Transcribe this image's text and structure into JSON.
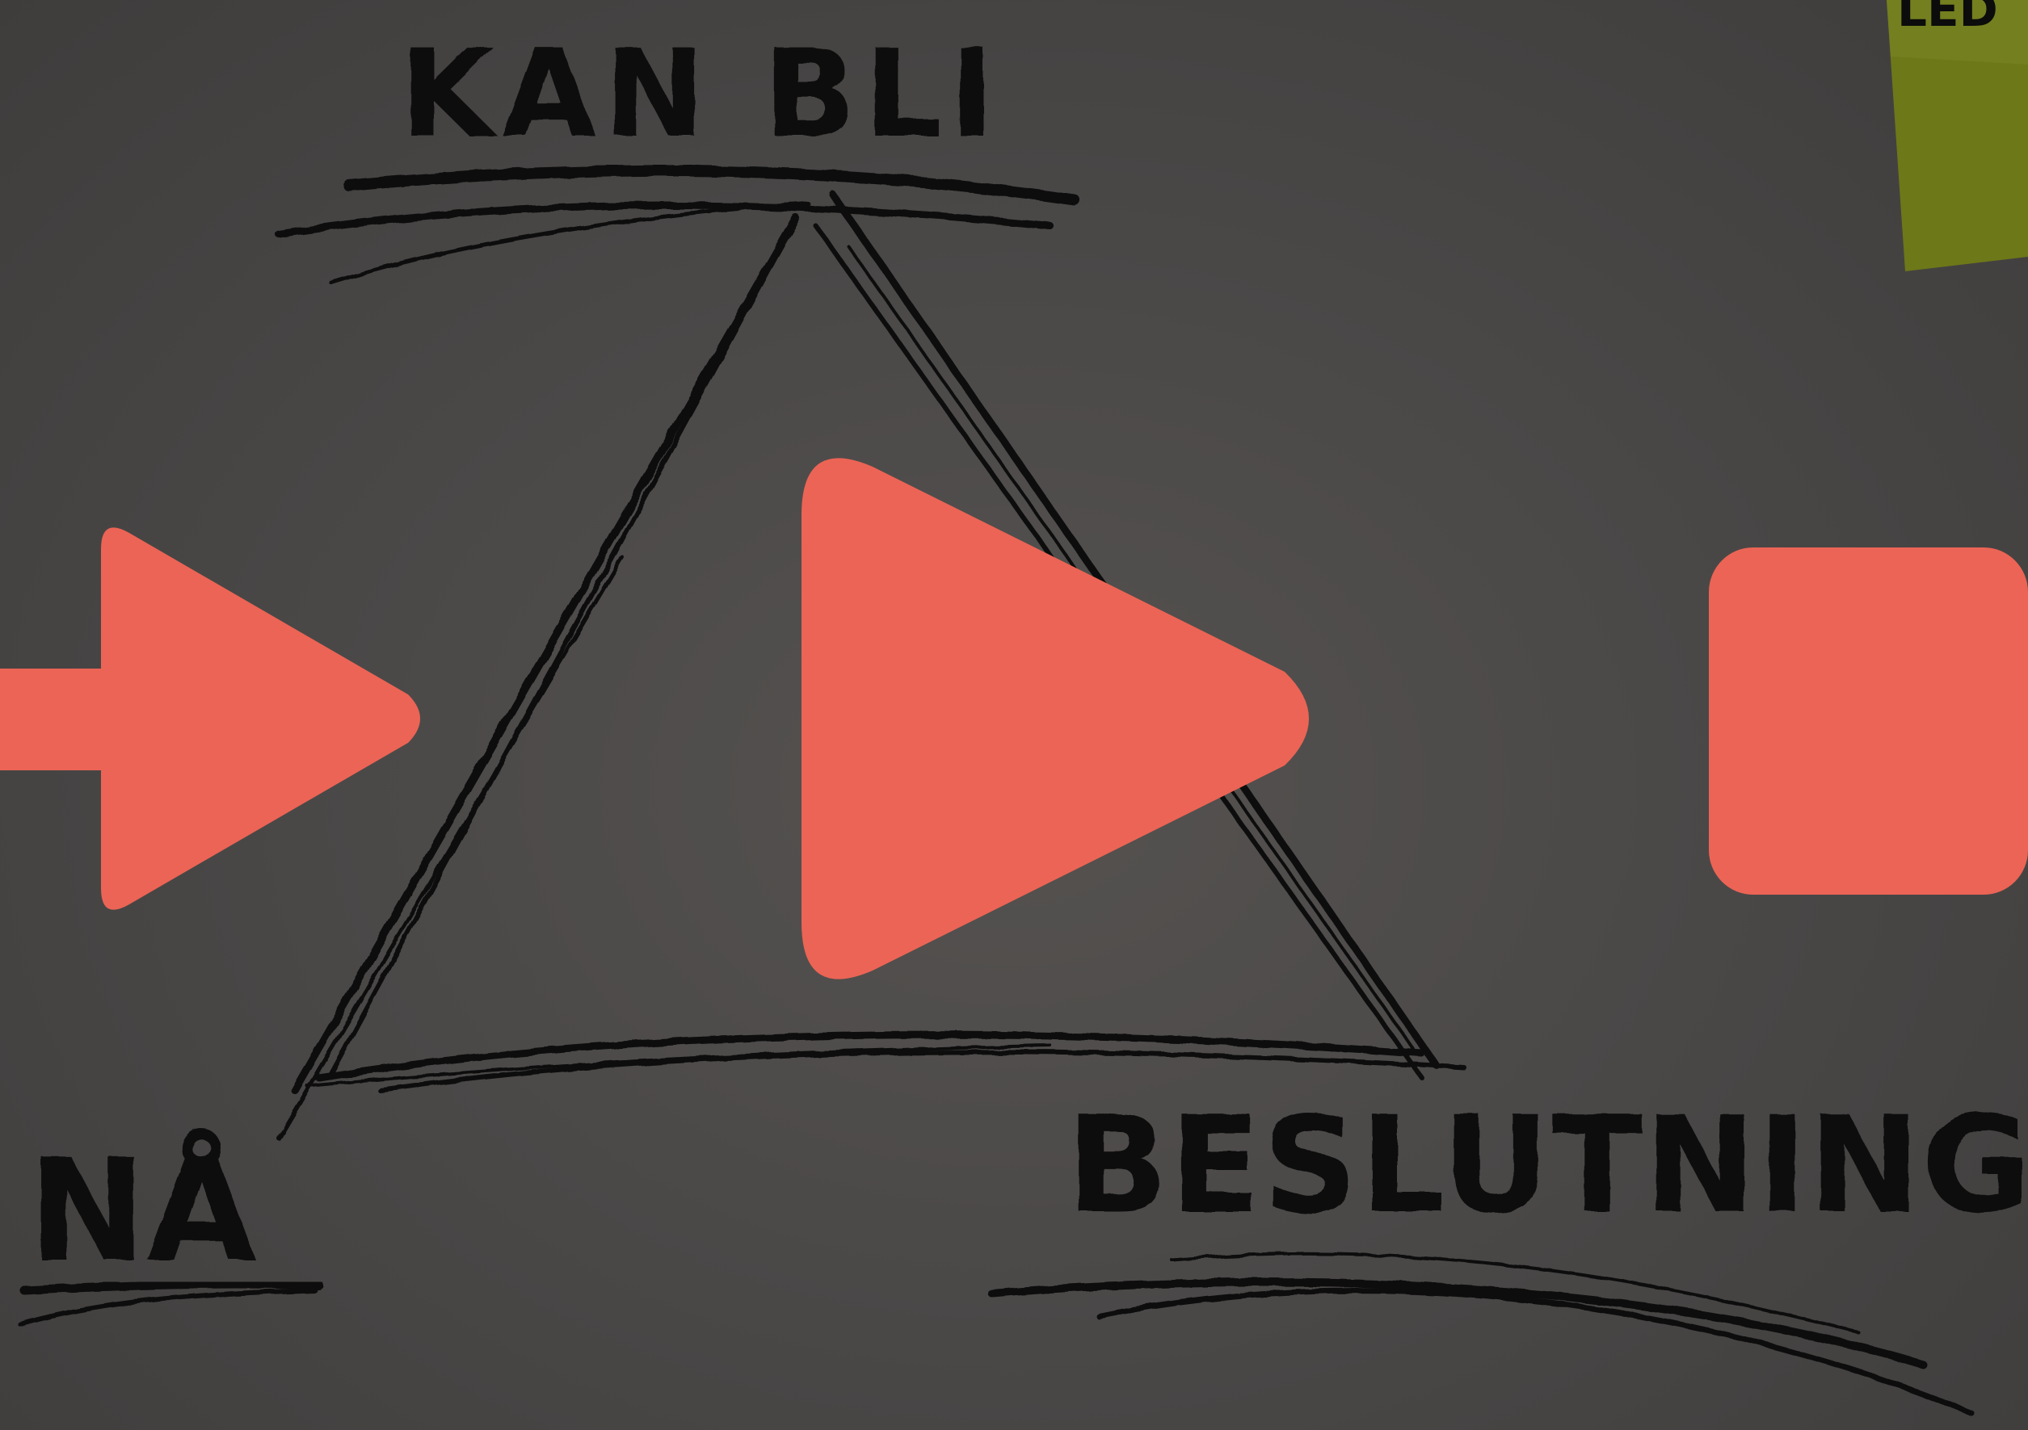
{
  "whiteboard": {
    "top_label": "KAN BLI",
    "left_label": "NÅ",
    "right_label": "BESLUTNING",
    "sticky_note_text": "LED",
    "colors": {
      "board": "#4d4b4a",
      "ink": "#0b0b0b",
      "sticky_note": "#6f7a18",
      "overlay": "#ec6455"
    }
  },
  "overlay_icons": {
    "left": "arrow-right-icon",
    "center": "play-icon",
    "right": "stop-icon"
  }
}
